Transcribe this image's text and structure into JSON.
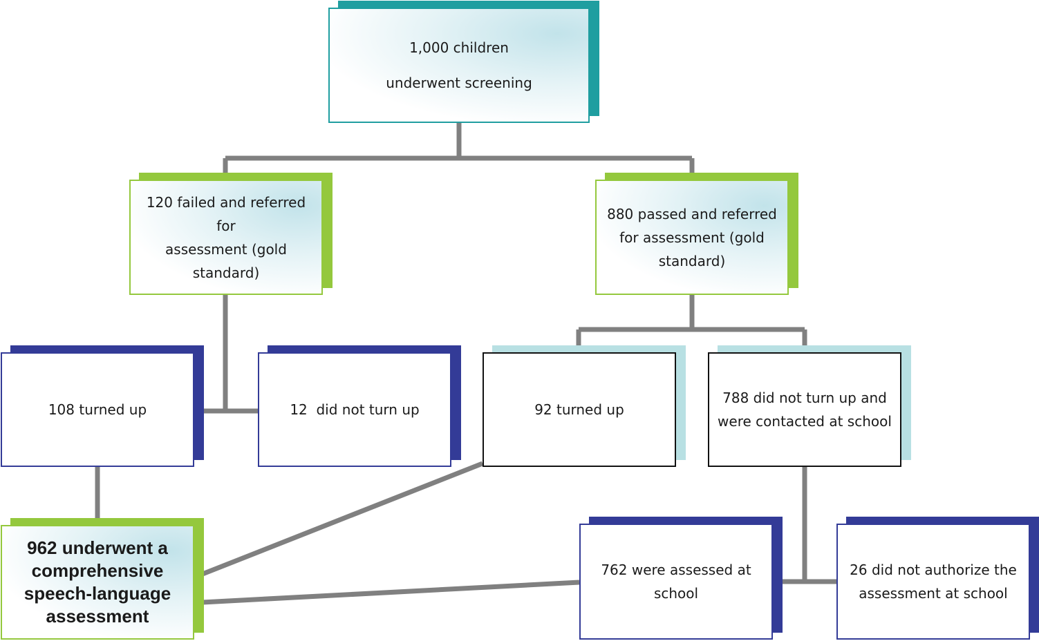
{
  "nodes": {
    "root": {
      "lines": [
        "1,000 children",
        "underwent screening"
      ]
    },
    "failed": {
      "lines": [
        "120 failed and referred for",
        "assessment (gold standard)"
      ]
    },
    "passed": {
      "lines": [
        "880 passed and referred",
        "for assessment (gold",
        "standard)"
      ]
    },
    "turned_up_108": {
      "lines": [
        "108 turned up"
      ]
    },
    "not_turn_up_12": {
      "lines": [
        "12  did not turn up"
      ]
    },
    "turned_up_92": {
      "lines": [
        "92 turned up"
      ]
    },
    "not_turn_up_788": {
      "lines": [
        "788 did not turn up and",
        "were contacted at school"
      ]
    },
    "assessed_962": {
      "lines": [
        "962 underwent a",
        "comprehensive",
        "speech-language",
        "assessment"
      ]
    },
    "assessed_school_762": {
      "lines": [
        "762 were assessed at",
        "school"
      ]
    },
    "not_authorize_26": {
      "lines": [
        "26 did not authorize the",
        "assessment at school"
      ]
    }
  },
  "colors": {
    "teal": "#1f9ea0",
    "green": "#94c83d",
    "navy": "#333b97",
    "light_blue": "#b8e0e3",
    "connector": "#808080"
  }
}
